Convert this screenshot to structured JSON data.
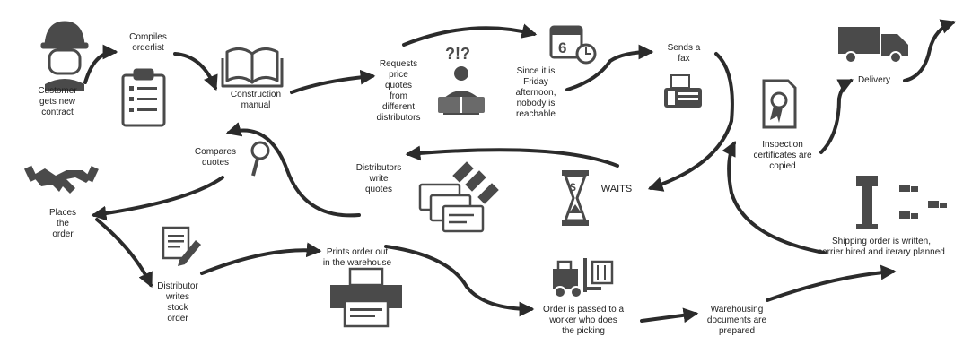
{
  "diagram": {
    "colors": {
      "ink": "#2b2b2b",
      "icon": "#4a4a4a",
      "background": "#ffffff"
    },
    "steps": {
      "customer": "Customer\ngets new\ncontract",
      "compiles": "Compiles\norderlist",
      "manual": "Construction\nmanual",
      "requests": "Requests\nprice\nquotes\nfrom\ndifferent\ndistributors",
      "friday": "Since it is\nFriday\nafternoon,\nnobody is\nreachable",
      "fax": "Sends a\nfax",
      "delivery": "Delivery",
      "inspection": "Inspection\ncertificates are\ncopied",
      "waits": "WAITS",
      "distributors_write": "Distributors\nwrite\nquotes",
      "compares": "Compares\nquotes",
      "places": "Places\nthe\norder",
      "stock_order": "Distributor\nwrites\nstock\norder",
      "prints": "Prints order out\nin the warehouse",
      "picking": "Order is passed to a\nworker who does\nthe picking",
      "warehousing": "Warehousing\ndocuments are\nprepared",
      "shipping": "Shipping order is written,\ncarrier hired and iterary planned"
    },
    "icons": {
      "worker": "construction-worker-icon",
      "clipboard": "clipboard-checklist-icon",
      "book": "open-book-icon",
      "reader": "confused-reader-icon",
      "calendar": "calendar-clock-icon",
      "fax": "fax-machine-icon",
      "truck": "delivery-truck-icon",
      "certificate": "certificate-icon",
      "hourglass": "hourglass-money-icon",
      "quotes": "quote-documents-icon",
      "magnifier": "magnifier-icon",
      "handshake": "handshake-icon",
      "document_pen": "document-pen-icon",
      "printer": "printer-icon",
      "forklift": "forklift-icon",
      "crane": "crane-trucks-icon"
    }
  }
}
